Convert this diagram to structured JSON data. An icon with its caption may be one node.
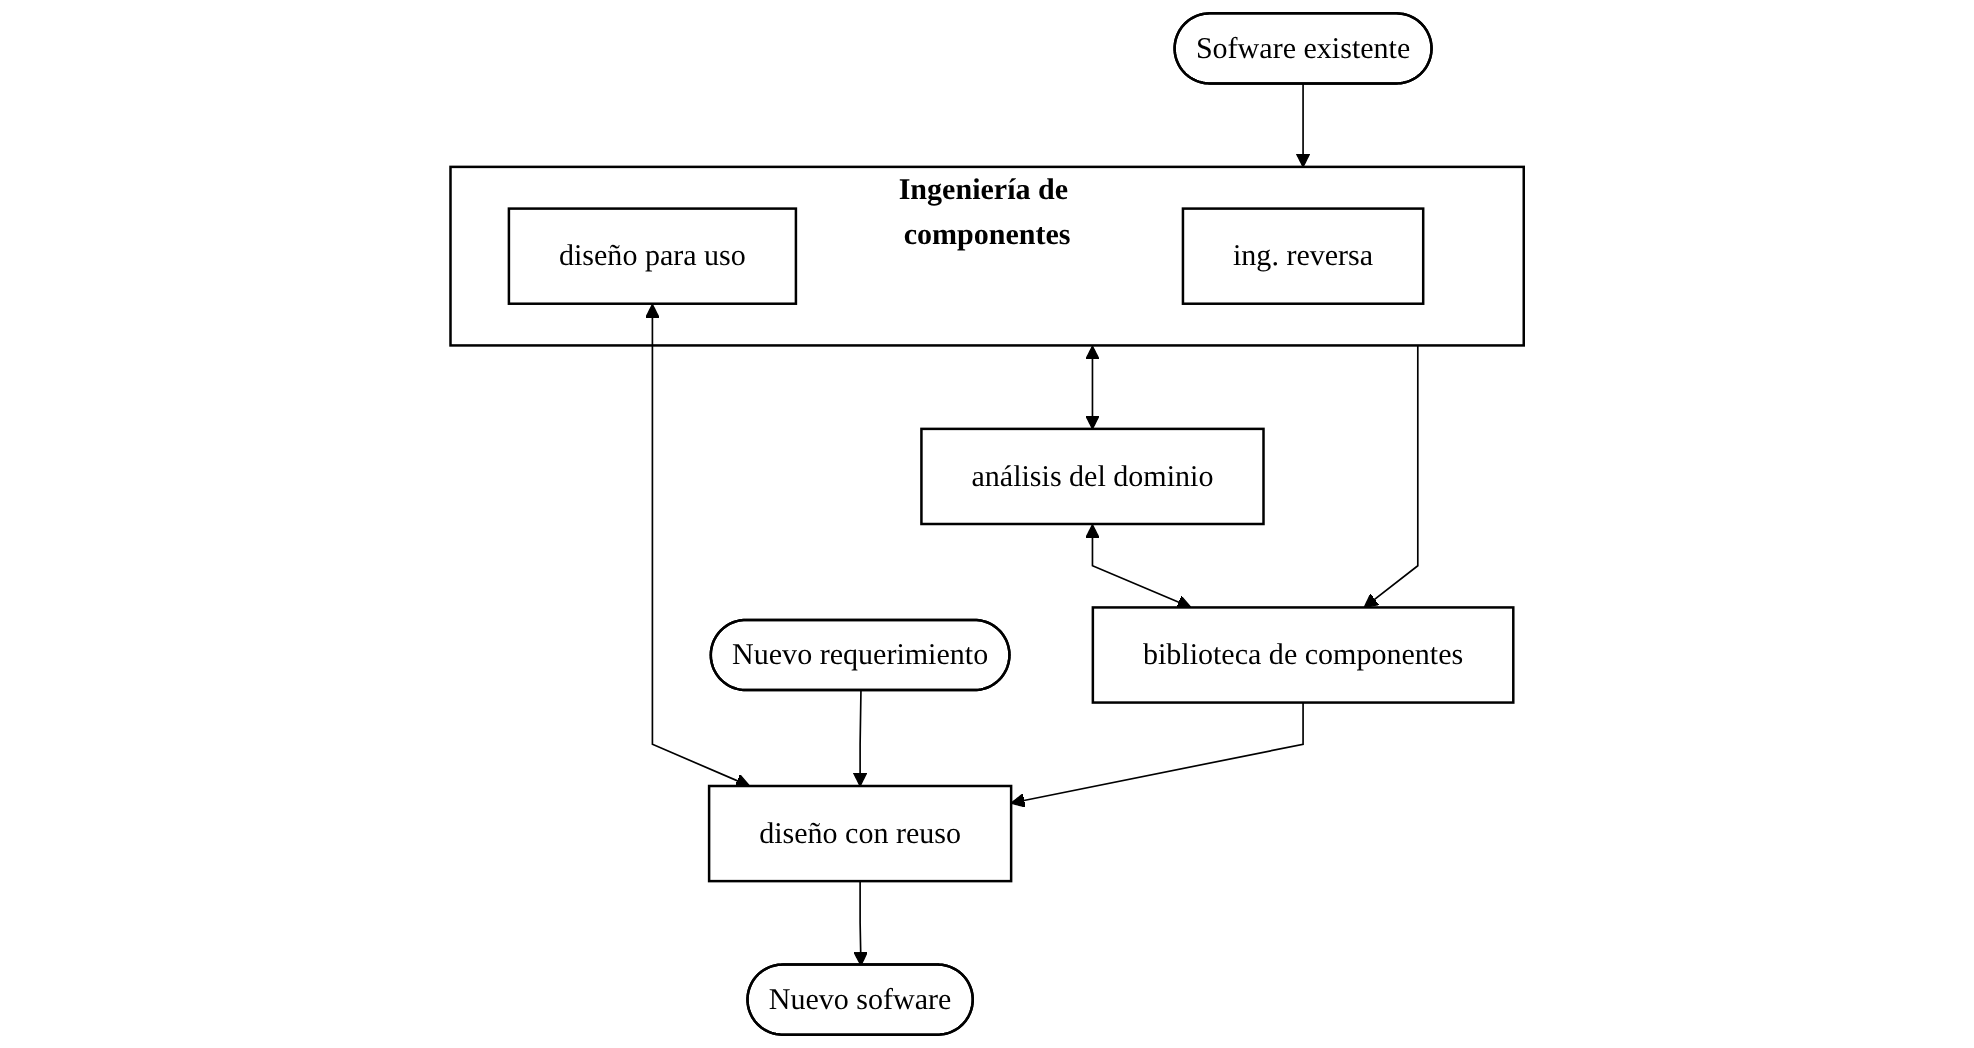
{
  "diagram": {
    "nodes": [
      {
        "text": [
          "Sofware existente"
        ]
      },
      {
        "text": [
          "Nuevo sofware"
        ]
      },
      {
        "text": [
          "Nuevo requerimiento"
        ]
      },
      {
        "text": [
          "Ingeniería de componentes"
        ]
      },
      {
        "text": [
          "ing. reversa"
        ],
        "in": 3
      },
      {
        "text": [
          "diseño para uso"
        ],
        "in": 3
      },
      {
        "text": [
          "diseño con reuso"
        ]
      },
      {
        "text": [
          "análisis del dominio"
        ]
      },
      {
        "text": [
          "biblioteca de componentes"
        ]
      }
    ],
    "edges": [
      {
        "from": 0,
        "to": 3,
        "arrow": "to"
      },
      {
        "from": 5,
        "to": 6,
        "arrow": "both"
      },
      {
        "from": 6,
        "to": 1,
        "arrow": "to"
      },
      {
        "from": 2,
        "to": 6,
        "arrow": "to"
      },
      {
        "from": 3,
        "to": 7,
        "arrow": "both"
      },
      {
        "from": 3,
        "to": 8,
        "arrow": "to"
      },
      {
        "from": 7,
        "to": 8,
        "arrow": "both"
      },
      {
        "from": 8,
        "to": 6,
        "arrow": "to"
      }
    ]
  }
}
